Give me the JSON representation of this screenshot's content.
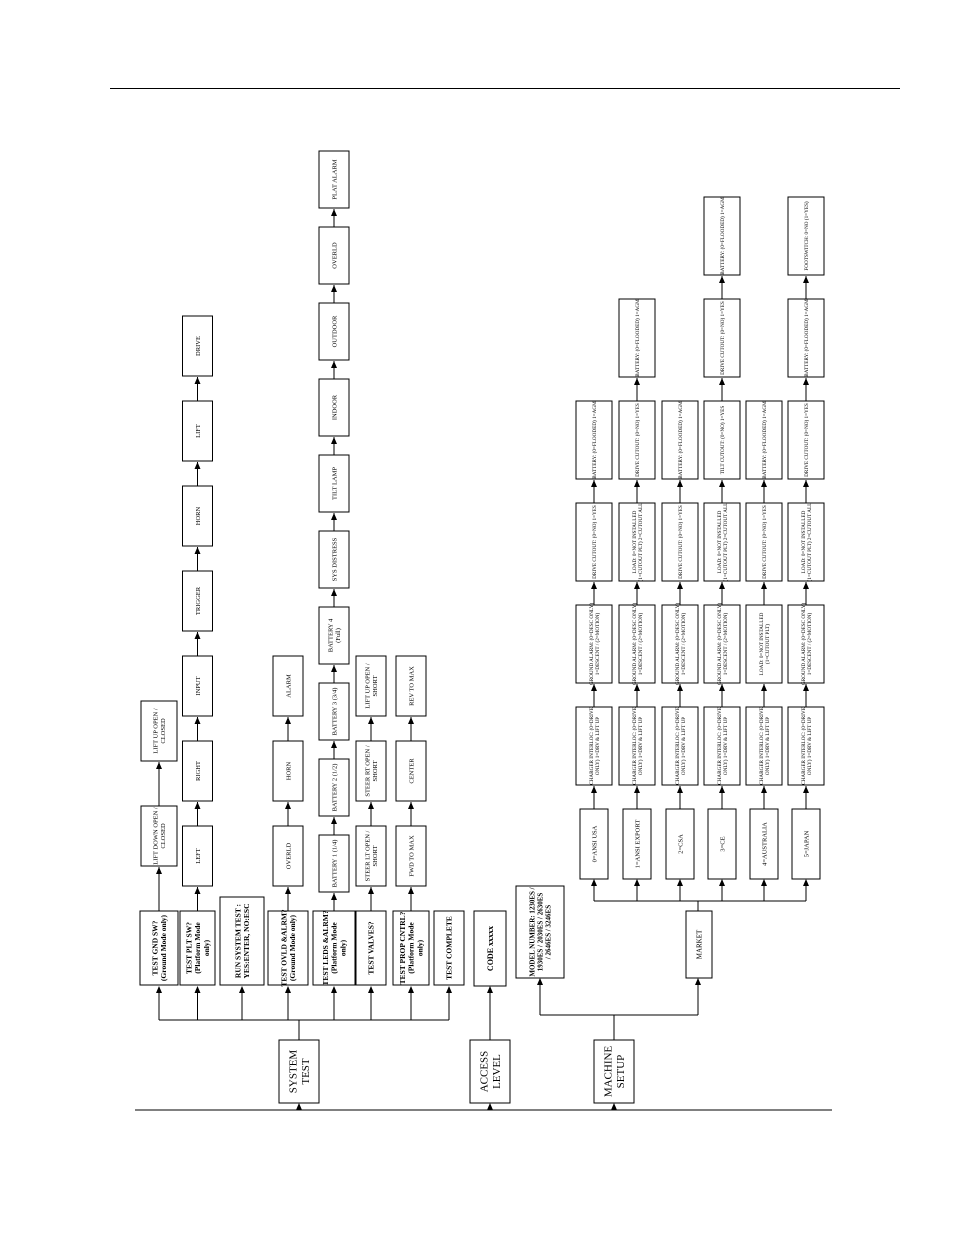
{
  "diagram": {
    "main_nodes": {
      "system_test": "SYSTEM TEST",
      "access_level": "ACCESS LEVEL",
      "machine_setup": "MACHINE SETUP"
    },
    "system_test_items": [
      "TEST GND SW? (Ground Mode only)",
      "TEST PLT SW? (Platform Mode only)",
      "RUN SYSTEM TEST : YES:ENTER, NO:ESC",
      "TEST OVLD &ALRM? (Ground Mode only)",
      "TEST LEDS &ALRM? (Platform Mode only)",
      "TEST VALVES?",
      "TEST PROP CNTRL? (Platform Mode only)",
      "TEST COMPLETE"
    ],
    "gnd_sw_chain": [
      "LIFT DOWN OPEN / CLOSED",
      "LIFT UP OPEN / CLOSED"
    ],
    "plt_sw_chain": [
      "LEFT",
      "RIGHT",
      "INPUT",
      "TRIGGER",
      "HORN",
      "LIFT",
      "DRIVE"
    ],
    "ovld_chain": [
      "OVERLD",
      "HORN",
      "ALARM"
    ],
    "leds_chain": [
      "BATTERY 1 (1/4)",
      "BATTERY 2 (1/2)",
      "BATTERY 3 (3/4)",
      "BATTERY 4 (Full)",
      "SYS DISTRESS",
      "TILT LAMP",
      "INDOOR",
      "OUTDOOR",
      "OVERLD",
      "PLAT ALARM"
    ],
    "valves_chain": [
      "STEER LT OPEN / SHORT",
      "STEER RT OPEN / SHORT",
      "LIFT UP OPEN / SHORT"
    ],
    "prop_chain": [
      "FWD TO MAX",
      "CENTER",
      "REV TO MAX"
    ],
    "access_item": "CODE xxxxx",
    "model_number": "MODEL NUMBER: 1230ES / 1930ES / 2030ES / 2630ES / 2646ES / 3246ES",
    "market": "MARKET",
    "markets": [
      {
        "name": "0=ANSI USA",
        "items": [
          "CHARGER INTERLOC: (0=DRIVE ONLY) 1=DRV & LIFT UP",
          "GROUND ALARM: (0=DESC ONLY) 1=DESCENT / (2=MOTION)",
          "DRIVE CUTOUT: (0=NO) 1=YES",
          "BATTERY: (0=FLOODED) 1=AGM"
        ]
      },
      {
        "name": "1=ANSI EXPORT",
        "items": [
          "CHARGER INTERLOC: (0=DRIVE ONLY) 1=DRV & LIFT UP",
          "GROUND ALARM: (0=DESC ONLY) 1=DESCENT / (2=MOTION)",
          "LOAD: 0=NOT INSTALLED (1=CUTOUT PLT) 2=CUTOUT ALL",
          "DRIVE CUTOUT: (0=NO) 1=YES",
          "BATTERY: (0=FLOODED) 1=AGM"
        ]
      },
      {
        "name": "2=CSA",
        "items": [
          "CHARGER INTERLOC: (0=DRIVE ONLY) 1=DRV & LIFT UP",
          "GROUND ALARM: (0=DESC ONLY) 1=DESCENT / (2=MOTION)",
          "DRIVE CUTOUT: (0=NO) 1=YES",
          "BATTERY: (0=FLOODED) 1=AGM"
        ]
      },
      {
        "name": "3=CE",
        "items": [
          "CHARGER INTERLOC: (0=DRIVE ONLY) 1=DRV & LIFT UP",
          "GROUND ALARM: (0=DESC ONLY) 1=DESCENT / (2=MOTION)",
          "LOAD: 0=NOT INSTALLED (1=CUTOUT PLT) 2=CUTOUT ALL",
          "TILT CUTOUT: (0=NO) 1=YES",
          "DRIVE CUTOUT: (0=NO) 1=YES",
          "BATTERY: (0=FLOODED) 1=AGM"
        ]
      },
      {
        "name": "4=AUSTRALIA",
        "items": [
          "CHARGER INTERLOC: (0=DRIVE ONLY) 1=DRV & LIFT UP",
          "LOAD: 0=NOT INSTALLED (1=CUTOUT PLT)",
          "DRIVE CUTOUT: (0=NO) 1=YES",
          "BATTERY: (0=FLOODED) 1=AGM"
        ]
      },
      {
        "name": "5=JAPAN",
        "items": [
          "CHARGER INTERLOC: (0=DRIVE ONLY) 1=DRV & LIFT UP",
          "GROUND ALARM: (0=DESC ONLY) 1=DESCENT / (2=MOTION)",
          "LOAD: 0=NOT INSTALLED (1=CUTOUT PLT) 2=CUTOUT ALL",
          "DRIVE CUTOUT: (0=NO) 1=YES",
          "BATTERY: (0=FLOODED) 1=AGM",
          "FOOTSWITCH: 0=NO (1=YES)"
        ]
      }
    ]
  }
}
